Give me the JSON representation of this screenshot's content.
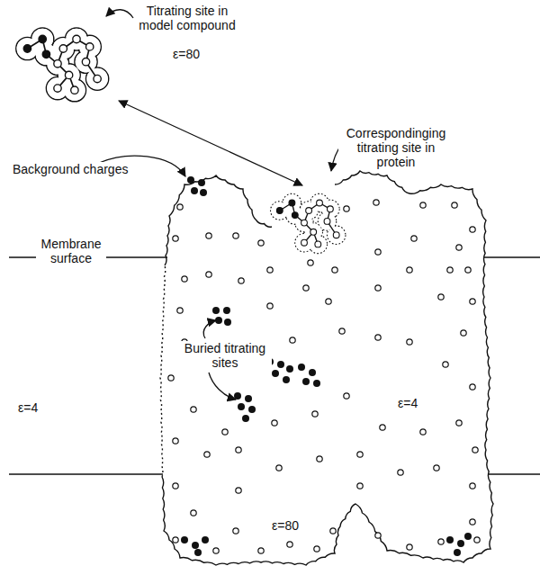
{
  "diagram": {
    "labels": [
      "Titrating site in model compound",
      "ε=80",
      "Correspondinging titrating site in protein",
      "Background charges",
      "Membrane surface",
      "Buried titrating sites",
      "ε=4",
      "ε=4",
      "ε=80"
    ]
  }
}
